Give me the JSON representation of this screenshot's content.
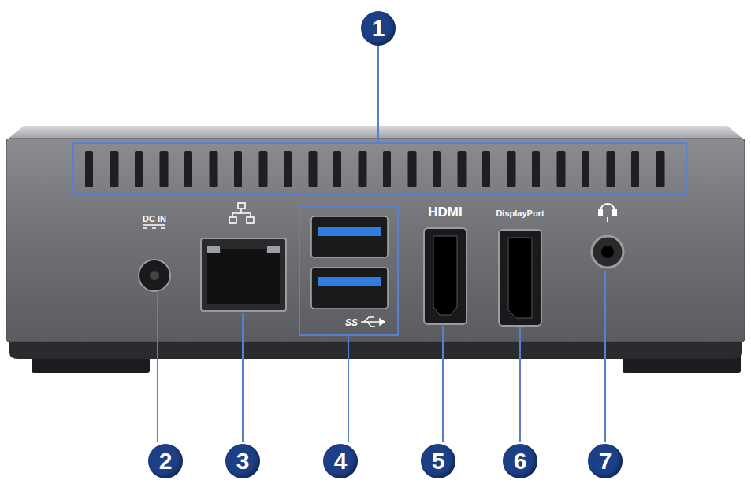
{
  "diagram": {
    "labels": [
      "1",
      "2",
      "3",
      "4",
      "5",
      "6",
      "7",
      "DC IN",
      "HDMI",
      "DisplayPort",
      "SS"
    ]
  }
}
